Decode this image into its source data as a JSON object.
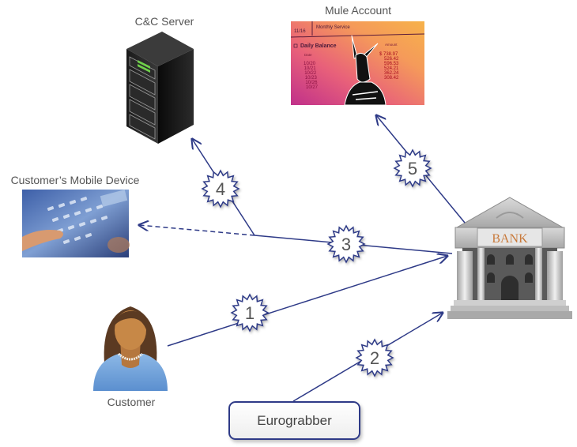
{
  "diagram": {
    "nodes": {
      "cc_server": {
        "label": "C&C Server",
        "icon": "server-rack-icon"
      },
      "mule_account": {
        "label": "Mule Account",
        "icon": "mule-bank-statement-image",
        "statement": {
          "header_date": "11/16",
          "header_text": "Monthly Service",
          "section": "Daily Balance",
          "col_date": "Date",
          "col_amount": "Amount",
          "dates": [
            "10/20",
            "10/21",
            "10/22",
            "10/23",
            "10/26",
            "10/27"
          ],
          "amounts": [
            "$ 738.97",
            "526.42",
            "596.53",
            "524.21",
            "362.24",
            "308.42"
          ]
        }
      },
      "mobile_device": {
        "label": "Customer’s Mobile Device",
        "icon": "mobile-keypad-image"
      },
      "bank": {
        "label": "BANK",
        "icon": "bank-building-icon"
      },
      "customer": {
        "label": "Customer",
        "icon": "customer-avatar-icon"
      },
      "eurograbber": {
        "label": "Eurograbber"
      }
    },
    "steps": [
      {
        "number": "1",
        "from": "customer",
        "to": "bank",
        "style": "solid"
      },
      {
        "number": "2",
        "from": "eurograbber",
        "to": "bank",
        "style": "solid"
      },
      {
        "number": "3",
        "from": "bank",
        "to": "mobile_device",
        "style": "dashed-end"
      },
      {
        "number": "4",
        "from": "junction",
        "to": "cc_server",
        "style": "solid"
      },
      {
        "number": "5",
        "from": "bank",
        "to": "mule_account",
        "style": "solid"
      }
    ],
    "colors": {
      "arrow": "#2e3a87",
      "badge_stroke": "#2e3a87",
      "label_text": "#555555",
      "bank_sign_text": "#c8793a"
    }
  }
}
